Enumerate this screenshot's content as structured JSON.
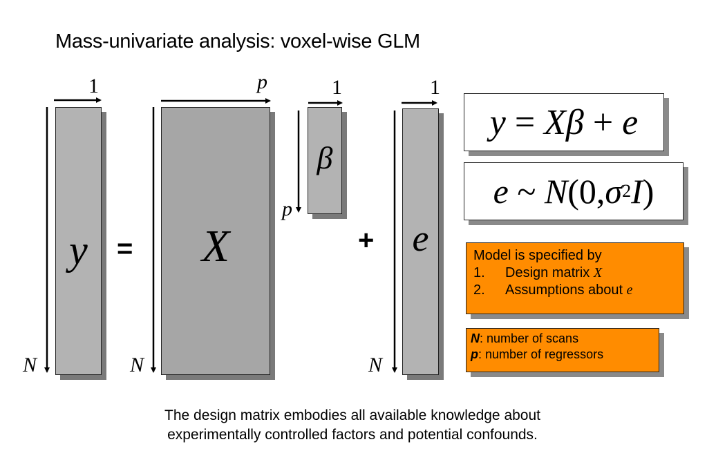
{
  "title": "Mass-univariate analysis: voxel-wise GLM",
  "matrices": {
    "y": {
      "label": "y",
      "cols": "1",
      "rows": "N"
    },
    "X": {
      "label": "X",
      "cols": "p",
      "rows": "N"
    },
    "beta": {
      "label": "β",
      "cols": "1",
      "rows": "p"
    },
    "e": {
      "label": "e",
      "cols": "1",
      "rows": "N"
    }
  },
  "operators": {
    "equals": "=",
    "plus": "+"
  },
  "equations": {
    "model": {
      "y": "y",
      "eq": " = ",
      "X": "X",
      "beta": "β",
      "plus": " + ",
      "e": "e"
    },
    "error": {
      "e": "e",
      "tilde": " ~ ",
      "N": "N",
      "open": "(0,",
      "sigma": "σ",
      "exp": "2",
      "I": "I",
      "close": ")"
    }
  },
  "model_note": {
    "heading": "Model is specified by",
    "items": [
      {
        "num": "1.",
        "text": "Design matrix ",
        "sym": "X"
      },
      {
        "num": "2.",
        "text": "Assumptions about ",
        "sym": "e"
      }
    ]
  },
  "definitions": {
    "N_sym": "N",
    "N_text": ": number of scans",
    "p_sym": "p",
    "p_text": ": number of regressors"
  },
  "caption": {
    "line1": "The design matrix embodies all available knowledge about",
    "line2": "experimentally controlled factors and potential confounds."
  },
  "colors": {
    "matrix": "#b3b3b3",
    "note": "#ff8c00",
    "shadow": "#7a7a7a"
  }
}
